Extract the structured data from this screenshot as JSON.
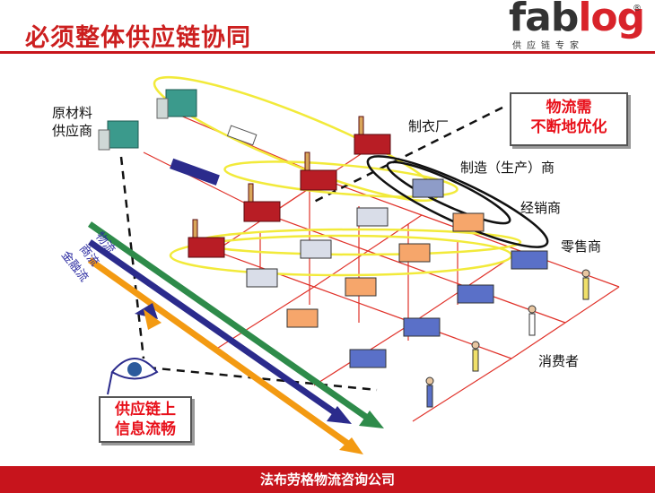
{
  "title": "必须整体供应链协同",
  "logo": {
    "fab": "fab",
    "log": "log",
    "reg": "®",
    "sub": "供应链专家"
  },
  "labels": {
    "raw_material": "原材料\n供应商",
    "garment_factory": "制衣厂",
    "manufacturer": "制造（生产）商",
    "distributor": "经销商",
    "retailer": "零售商",
    "consumer": "消费者"
  },
  "flows": {
    "logistics": "物流",
    "commerce": "商流",
    "finance": "金融流"
  },
  "callouts": {
    "optimize": "物流需\n不断地优化",
    "info": "供应链上\n信息流畅"
  },
  "footer": "法布劳格物流咨询公司",
  "colors": {
    "brand_red": "#c7141c",
    "flow_green": "#2e8b4a",
    "flow_blue": "#2b2b8c",
    "flow_orange": "#f39a12",
    "ellipse_yellow": "#f2ea3a"
  }
}
